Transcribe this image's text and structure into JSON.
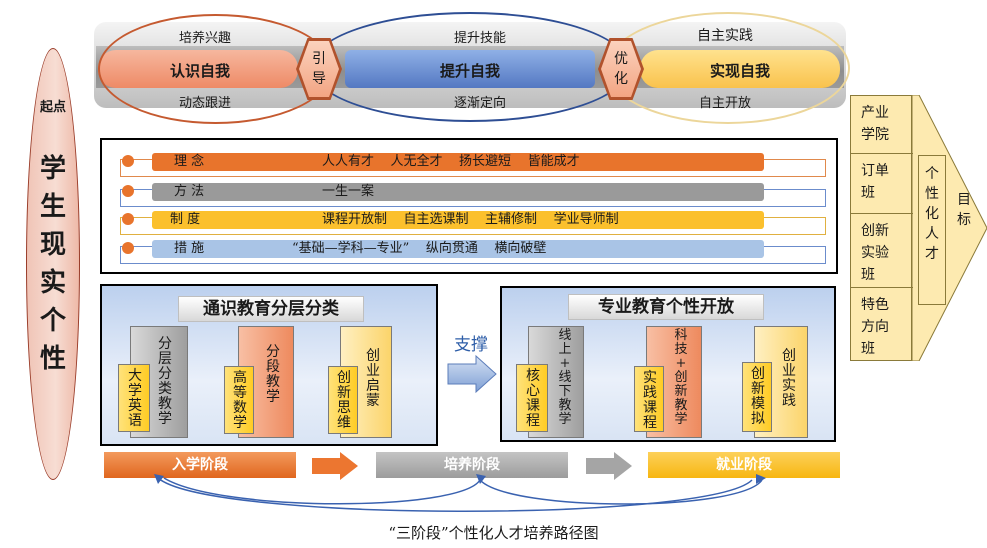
{
  "left_oval": {
    "start": "起点",
    "title_chars": [
      "学",
      "生",
      "现",
      "实",
      "个",
      "性"
    ]
  },
  "top_band": {
    "orange": {
      "top": "培养兴趣",
      "main": "认识自我",
      "bottom": "动态跟进"
    },
    "hex1": [
      "引",
      "导"
    ],
    "blue": {
      "top": "提升技能",
      "main": "提升自我",
      "bottom": "逐渐定向"
    },
    "hex2": [
      "优",
      "化"
    ],
    "gold": {
      "top": "自主实践",
      "main": "实现自我",
      "bottom": "自主开放"
    }
  },
  "bars": [
    {
      "label": "理  念",
      "content": "人人有才    人无全才    扬长避短    皆能成才",
      "color": "#e8742c"
    },
    {
      "label": "方  法",
      "content": "一生一案",
      "color": "#9a9a9a"
    },
    {
      "label": "制  度",
      "content": "课程开放制    自主选课制    主辅修制    学业导师制",
      "color": "#fbc02d"
    },
    {
      "label": "措  施",
      "content": "“基础—学科—专业”    纵向贯通    横向破壁",
      "color": "#a9c4e6"
    }
  ],
  "left_panel": {
    "title": "通识教育分层分类",
    "blocks": [
      {
        "back": "分层分类教学",
        "front": "大学英语",
        "back_color": "#bfbfbf",
        "front_color": "#ffd23f"
      },
      {
        "back": "分段教学",
        "front": "高等数学",
        "back_color": "#f5a27d",
        "front_color": "#ffd23f"
      },
      {
        "back": "创业启蒙",
        "front": "创新思维",
        "back_color": "#ffe08a",
        "front_color": "#ffd23f"
      }
    ]
  },
  "support_label": "支撑",
  "right_panel": {
    "title": "专业教育个性开放",
    "blocks": [
      {
        "back": "线上+线下教学",
        "front": "核心课程",
        "back_color": "#bfbfbf",
        "front_color": "#ffd23f"
      },
      {
        "back": "科技+创新教学",
        "front": "实践课程",
        "back_color": "#f5a27d",
        "front_color": "#ffd23f"
      },
      {
        "back": "创业实践",
        "front": "创新模拟",
        "back_color": "#ffe08a",
        "front_color": "#ffd23f"
      }
    ]
  },
  "right_column": {
    "cells": [
      [
        "产业",
        "学院"
      ],
      [
        "订单",
        "班"
      ],
      [
        "创新",
        "实验",
        "班"
      ],
      [
        "特色",
        "方向",
        "班"
      ]
    ],
    "target": [
      "个",
      "性",
      "化",
      "人",
      "才"
    ],
    "goal": [
      "目",
      "标"
    ]
  },
  "stages": [
    {
      "label": "入学阶段",
      "color": "#ec7630"
    },
    {
      "label": "培养阶段",
      "color": "#a5a5a5"
    },
    {
      "label": "就业阶段",
      "color": "#fbbf27"
    }
  ],
  "caption": "“三阶段”个性化人才培养路径图"
}
